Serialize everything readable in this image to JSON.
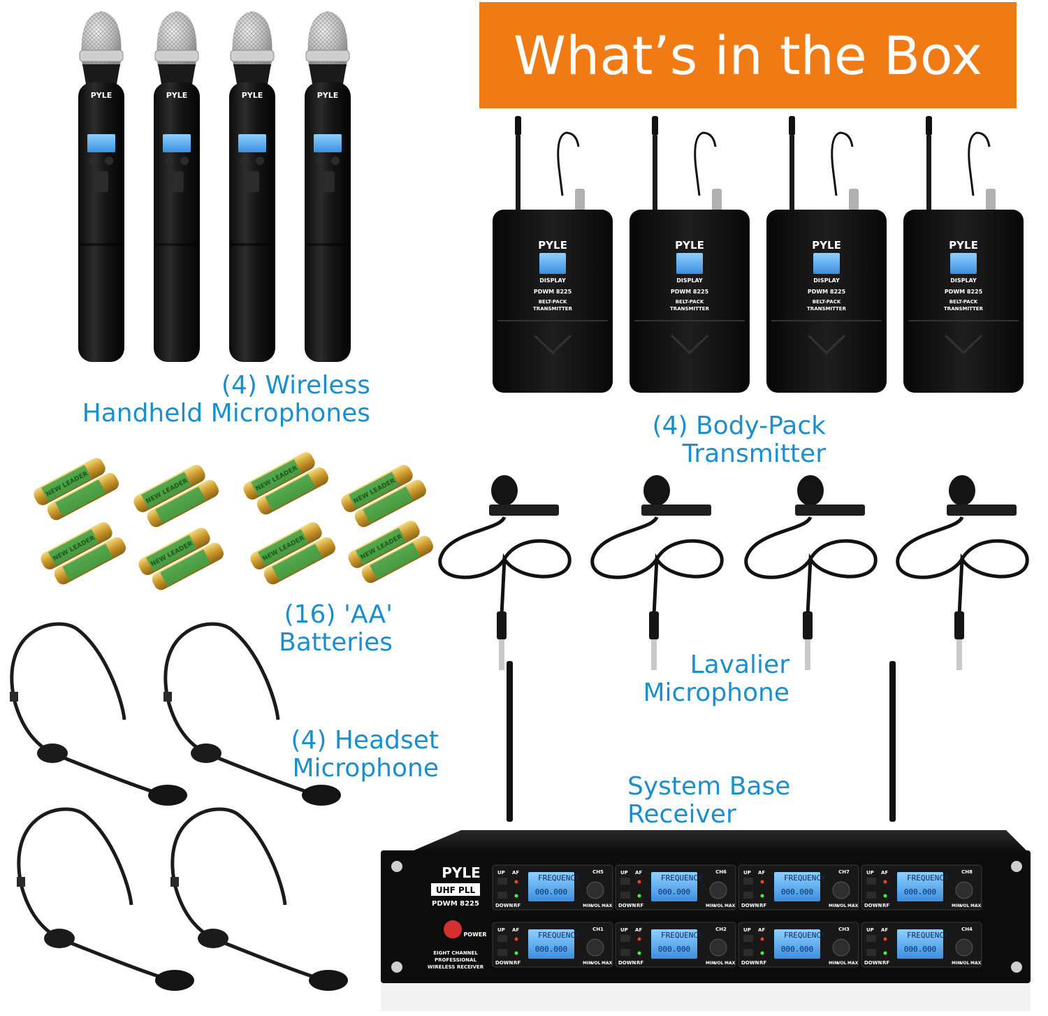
{
  "banner": {
    "title": "What’s in the Box",
    "color": "#f07a14"
  },
  "accent_text_color": "#1a8fd0",
  "captions": {
    "handheld": {
      "line1": "(4) Wireless",
      "line2": "Handheld Microphones"
    },
    "bodypack": {
      "line1": "(4) Body-Pack",
      "line2": "Transmitter"
    },
    "batteries": {
      "line1": "(16) 'AA'",
      "line2": "Batteries"
    },
    "lavalier": {
      "line1": "Lavalier",
      "line2": "Microphone"
    },
    "headset": {
      "line1": "(4) Headset",
      "line2": "Microphone"
    },
    "receiver": {
      "line1": "System Base",
      "line2": "Receiver"
    }
  },
  "product": {
    "brand": "PYLE",
    "handheld_brand": "PYLE",
    "bodypack_display": "DISPLAY",
    "model": "PDWM 8225",
    "bodypack_type1": "BELT-PACK",
    "bodypack_type2": "TRANSMITTER",
    "receiver_brand": "PYLE",
    "receiver_band": "UHF PLL",
    "receiver_model": "PDWM 8225",
    "receiver_desc1": "EIGHT CHANNEL",
    "receiver_desc2": "PROFESSIONAL",
    "receiver_desc3": "WIRELESS RECEIVER",
    "power_label": "POWER",
    "battery_label": "NEW LEADER",
    "channel_controls": {
      "up": "UP",
      "down": "DOWN",
      "af": "AF",
      "rf": "RF",
      "vol": "VOL",
      "min": "MIN",
      "max": "MAX",
      "frequency": "FREQUENCY"
    },
    "channels_top": [
      "CH5",
      "CH6",
      "CH7",
      "CH8"
    ],
    "channels_bottom": [
      "CH1",
      "CH2",
      "CH3",
      "CH4"
    ],
    "frequency_readout": "000.000"
  }
}
